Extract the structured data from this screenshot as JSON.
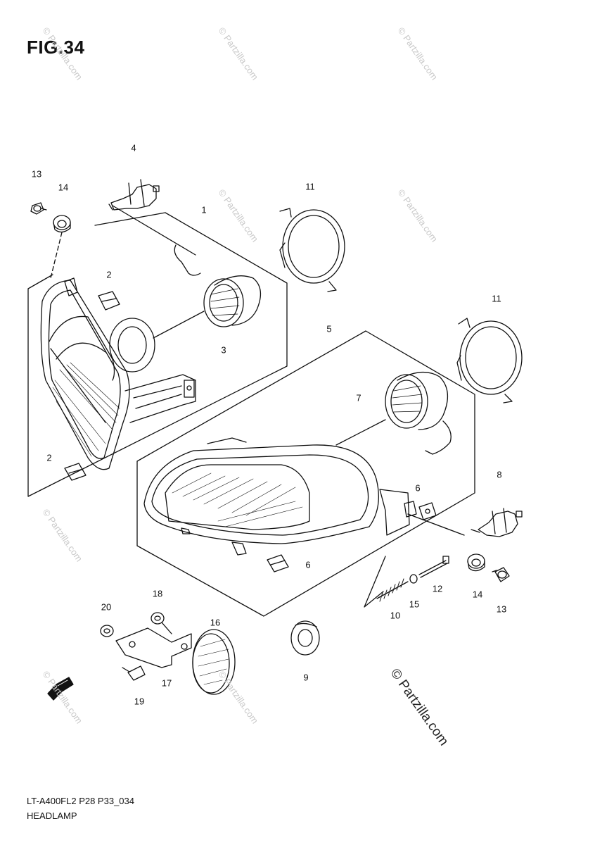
{
  "figure": {
    "title": "FIG.34"
  },
  "callouts": {
    "c4": "4",
    "c13a": "13",
    "c14a": "14",
    "c1": "1",
    "c11a": "11",
    "c2a": "2",
    "c3": "3",
    "c5": "5",
    "c11b": "11",
    "c2b": "2",
    "c7": "7",
    "c6a": "6",
    "c8": "8",
    "c6b": "6",
    "c14b": "14",
    "c13b": "13",
    "c12": "12",
    "c15": "15",
    "c10": "10",
    "c18": "18",
    "c16": "16",
    "c20": "20",
    "c17": "17",
    "c19": "19",
    "c9": "9"
  },
  "footer": {
    "code": "LT-A400FL2 P28 P33_034",
    "name": "HEADLAMP"
  },
  "watermark": {
    "text": "© Partzilla.com"
  }
}
